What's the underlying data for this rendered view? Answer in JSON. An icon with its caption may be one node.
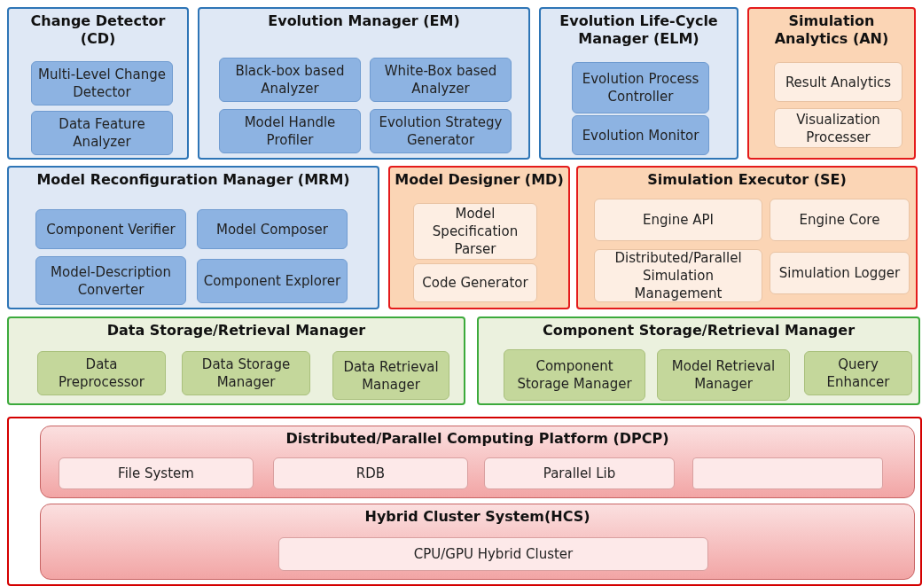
{
  "diagram": {
    "nodes": [
      {
        "text": [
          "Change Detector (CD)"
        ]
      },
      {
        "text": [
          "Multi-Level Change Detector"
        ],
        "in": 0
      },
      {
        "text": [
          "Data Feature Analyzer"
        ],
        "in": 0
      },
      {
        "text": [
          "Evolution Manager (EM)"
        ]
      },
      {
        "text": [
          "Black-box based Analyzer"
        ],
        "in": 3
      },
      {
        "text": [
          "White-Box based Analyzer"
        ],
        "in": 3
      },
      {
        "text": [
          "Model Handle Profiler"
        ],
        "in": 3
      },
      {
        "text": [
          "Evolution Strategy Generator"
        ],
        "in": 3
      },
      {
        "text": [
          "Evolution Life-Cycle Manager (ELM)"
        ]
      },
      {
        "text": [
          "Evolution Process Controller"
        ],
        "in": 8
      },
      {
        "text": [
          "Evolution Monitor"
        ],
        "in": 8
      },
      {
        "text": [
          "Simulation Analytics (AN)"
        ]
      },
      {
        "text": [
          "Result Analytics"
        ],
        "in": 11
      },
      {
        "text": [
          "Visualization Processer"
        ],
        "in": 11
      },
      {
        "text": [
          "Model Reconfiguration Manager (MRM)"
        ]
      },
      {
        "text": [
          "Component Verifier"
        ],
        "in": 14
      },
      {
        "text": [
          "Model Composer"
        ],
        "in": 14
      },
      {
        "text": [
          "Model-Description Converter"
        ],
        "in": 14
      },
      {
        "text": [
          "Component Explorer"
        ],
        "in": 14
      },
      {
        "text": [
          "Model Designer (MD)"
        ]
      },
      {
        "text": [
          "Model Specification Parser"
        ],
        "in": 19
      },
      {
        "text": [
          "Code Generator"
        ],
        "in": 19
      },
      {
        "text": [
          "Simulation Executor (SE)"
        ]
      },
      {
        "text": [
          "Engine API"
        ],
        "in": 22
      },
      {
        "text": [
          "Engine Core"
        ],
        "in": 22
      },
      {
        "text": [
          "Distributed/Parallel Simulation Management"
        ],
        "in": 22
      },
      {
        "text": [
          "Simulation Logger"
        ],
        "in": 22
      },
      {
        "text": [
          "Data Storage/Retrieval Manager"
        ]
      },
      {
        "text": [
          "Data Preprocessor"
        ],
        "in": 27
      },
      {
        "text": [
          "Data Storage Manager"
        ],
        "in": 27
      },
      {
        "text": [
          "Data Retrieval Manager"
        ],
        "in": 27
      },
      {
        "text": [
          "Component Storage/Retrieval Manager"
        ]
      },
      {
        "text": [
          "Component Storage Manager"
        ],
        "in": 31
      },
      {
        "text": [
          "Model Retrieval Manager"
        ],
        "in": 31
      },
      {
        "text": [
          "Query Enhancer"
        ],
        "in": 31
      },
      {
        "text": [],
        "shape": "box"
      },
      {
        "text": [
          "Distributed/Parallel Computing Platform (DPCP)"
        ],
        "in": 35
      },
      {
        "text": [
          "File System"
        ],
        "in": 36
      },
      {
        "text": [
          "RDB"
        ],
        "in": 36
      },
      {
        "text": [
          "Parallel Lib"
        ],
        "in": 36
      },
      {
        "text": [],
        "shape": "box",
        "in": 36
      },
      {
        "text": [
          "Hybrid Cluster System(HCS)"
        ],
        "in": 35
      },
      {
        "text": [
          "CPU/GPU Hybrid Cluster"
        ],
        "in": 41
      }
    ]
  }
}
